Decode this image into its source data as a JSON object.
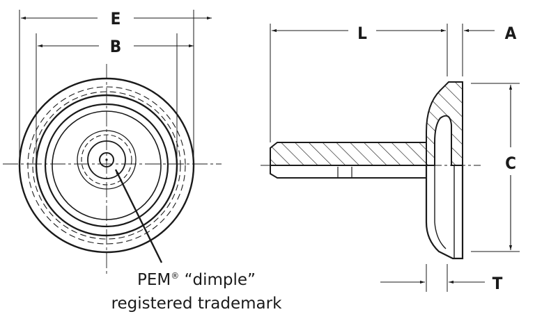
{
  "dimensions": {
    "E": "E",
    "B": "B",
    "L": "L",
    "A": "A",
    "C": "C",
    "T": "T"
  },
  "annotation": {
    "line1_text": "PEM",
    "line1_mark": "®",
    "line1_rest": " “dimple”",
    "line2": "registered trademark"
  }
}
